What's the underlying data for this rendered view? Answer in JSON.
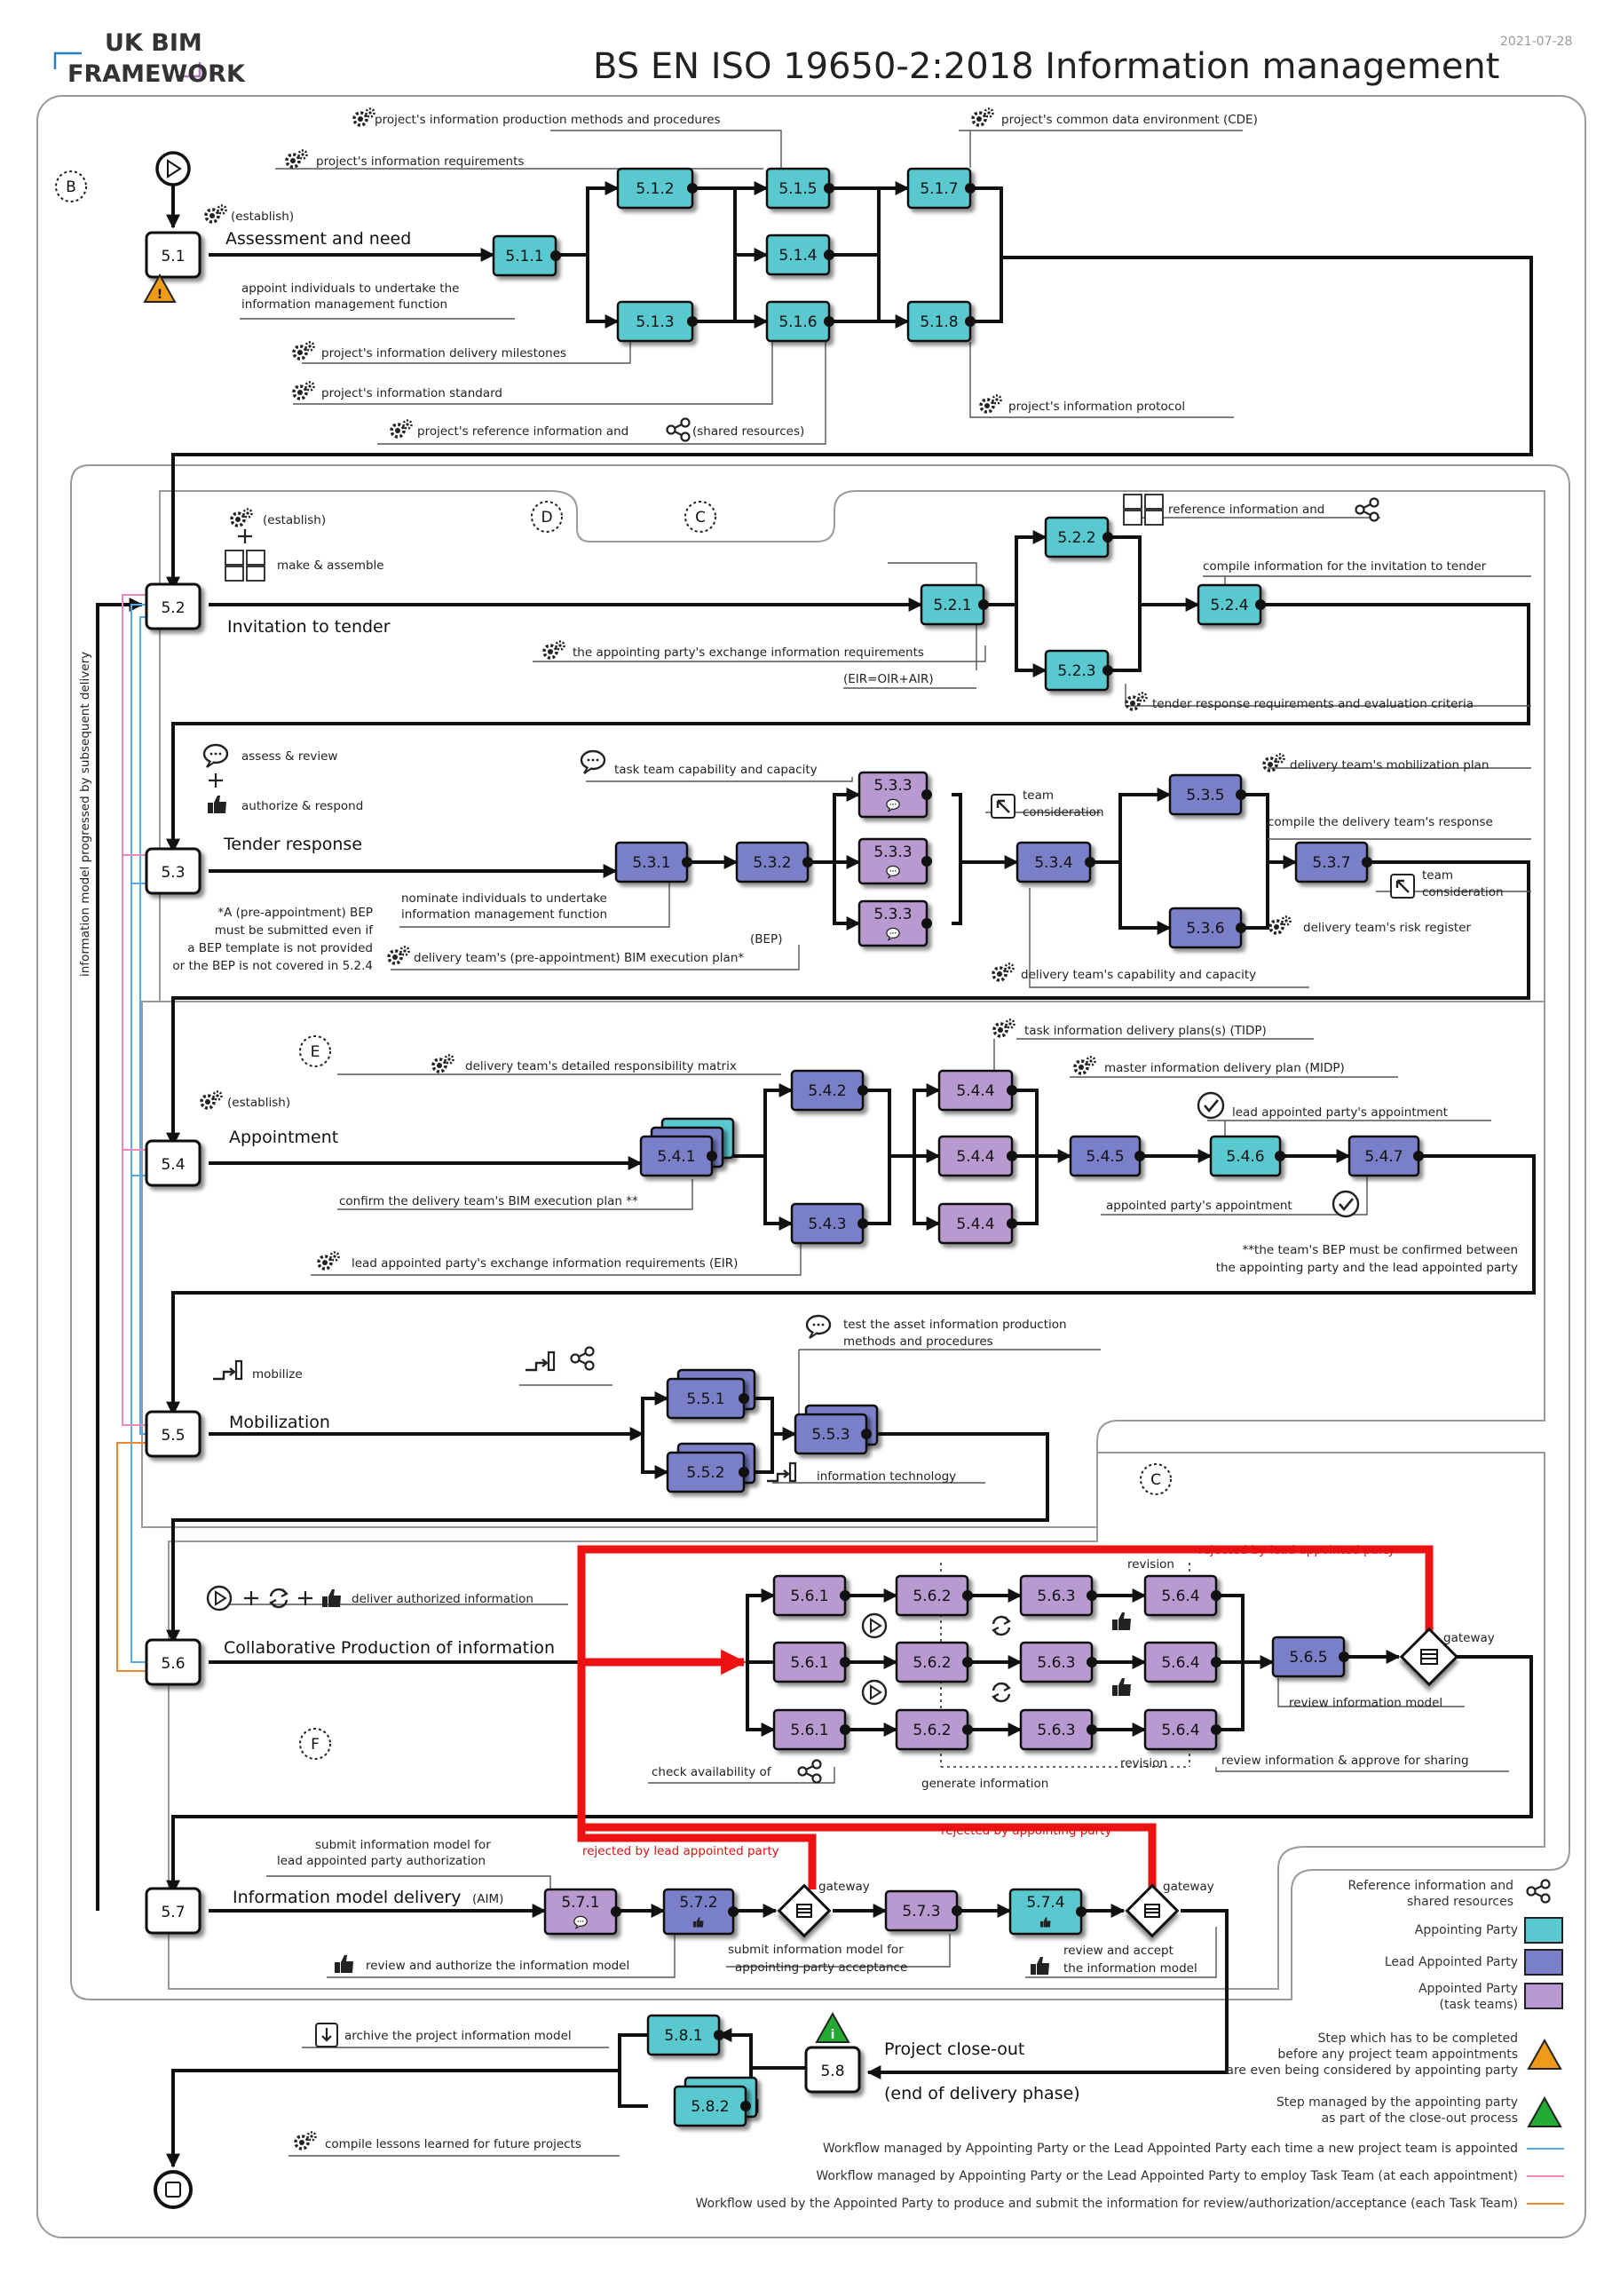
{
  "header": {
    "logo_line1": "UK BIM",
    "logo_line2": "FRAMEWORK",
    "title": "BS EN ISO 19650-2:2018 Information management",
    "date": "2021-07-28"
  },
  "colors": {
    "appointing": "#5ac8cf",
    "lead": "#7a80c8",
    "appointed": "#b89ad0",
    "red_flow": "#ee1111",
    "link_blue": "#55aaee",
    "link_pink": "#ee88bb",
    "link_orange": "#ee8833",
    "warning": "#f09a1a",
    "managed": "#22aa33"
  },
  "icons": {
    "cog": "cog-icon",
    "share": "share-icon",
    "puzzle": "puzzle-icon",
    "speech": "speech-bubble-icon",
    "thumb": "thumbs-up-icon",
    "check": "check-circle-icon",
    "play": "play-icon",
    "cycle": "cycle-icon",
    "warning": "warning-icon",
    "info": "info-icon",
    "archive": "archive-icon",
    "mobilize": "mobilize-icon",
    "corner": "corner-arrow-icon",
    "gateway": "gateway-icon",
    "start": "start-icon",
    "stop": "stop-icon"
  },
  "sections": {
    "B": "B",
    "C1": "C",
    "C2": "C",
    "D": "D",
    "E": "E",
    "F": "F"
  },
  "stages": {
    "s51": {
      "num": "5.1",
      "title": "Assessment and need"
    },
    "s52": {
      "num": "5.2",
      "title": "Invitation to tender"
    },
    "s53": {
      "num": "5.3",
      "title": "Tender response"
    },
    "s54": {
      "num": "5.4",
      "title": "Appointment"
    },
    "s55": {
      "num": "5.5",
      "title": "Mobilization"
    },
    "s56": {
      "num": "5.6",
      "title": "Collaborative Production of information"
    },
    "s57": {
      "num": "5.7",
      "title": "Information model delivery",
      "title_suffix": "(AIM)"
    },
    "s58": {
      "num": "5.8",
      "title": "Project close-out",
      "subtitle": "(end of delivery phase)"
    }
  },
  "nodes": {
    "n511": "5.1.1",
    "n512": "5.1.2",
    "n513": "5.1.3",
    "n514": "5.1.4",
    "n515": "5.1.5",
    "n516": "5.1.6",
    "n517": "5.1.7",
    "n518": "5.1.8",
    "n521": "5.2.1",
    "n522": "5.2.2",
    "n523": "5.2.3",
    "n524": "5.2.4",
    "n531": "5.3.1",
    "n532": "5.3.2",
    "n533": "5.3.3",
    "n534": "5.3.4",
    "n535": "5.3.5",
    "n536": "5.3.6",
    "n537": "5.3.7",
    "n541": "5.4.1",
    "n542": "5.4.2",
    "n543": "5.4.3",
    "n544": "5.4.4",
    "n545": "5.4.5",
    "n546": "5.4.6",
    "n547": "5.4.7",
    "n551": "5.5.1",
    "n552": "5.5.2",
    "n553": "5.5.3",
    "n561": "5.6.1",
    "n562": "5.6.2",
    "n563": "5.6.3",
    "n564": "5.6.4",
    "n565": "5.6.5",
    "n571": "5.7.1",
    "n572": "5.7.2",
    "n573": "5.7.3",
    "n574": "5.7.4",
    "n581": "5.8.1",
    "n582": "5.8.2"
  },
  "labels": {
    "l511_1": "project's information production methods and procedures",
    "l511_2": "project's information requirements",
    "l51_est": "(establish)",
    "l51_appoint1": "appoint individuals to undertake the",
    "l51_appoint2": "information management function",
    "l51_milestones": "project's information delivery milestones",
    "l51_standard": "project's information standard",
    "l51_ref": "project's reference information and",
    "l51_shared": "(shared resources)",
    "l51_cde": "project's common data environment (CDE)",
    "l51_protocol": "project's information protocol",
    "l52_est": "(establish)",
    "l52_make": "make  & assemble",
    "l52_ref": "reference information and",
    "l52_compile": "compile information for the invitation to tender",
    "l52_eir": "the appointing party's exchange information requirements",
    "l52_eir2": "(EIR=OIR+AIR)",
    "l52_tender": "tender response requirements and evaluation criteria",
    "l53_assess": "assess & review",
    "l53_auth": "authorize & respond",
    "l53_capability": "task team capability and capacity",
    "l53_team1": "team",
    "l53_team2": "consideration",
    "l53_mob": "delivery team's mobilization plan",
    "l53_compile": "compile the delivery team's response",
    "l53_team3": "team",
    "l53_team4": "consideration",
    "l53_risk": "delivery team's risk register",
    "l53_nominate1": "nominate individuals to undertake",
    "l53_nominate2": "information management function",
    "l53_bep": "(BEP)",
    "l53_bepplan": "delivery team's (pre-appointment) BIM execution plan*",
    "l53_capacity": "delivery team's capability and capacity",
    "l53_note1": "*A (pre-appointment) BEP",
    "l53_note2": "must be submitted even if",
    "l53_note3": "a BEP template is not provided",
    "l53_note4": "or the BEP is not covered in 5.2.4",
    "l54_est": "(establish)",
    "l54_matrix": "delivery team's detailed responsibility matrix",
    "l54_tidp": "task information delivery plans(s) (TIDP)",
    "l54_midp": "master information delivery plan (MIDP)",
    "l54_lead": "lead appointed party's appointment",
    "l54_confirm": "confirm the delivery team's BIM execution plan **",
    "l54_appointed": "appointed party's appointment",
    "l54_eir": "lead appointed party's exchange information requirements (EIR)",
    "l54_note1": "**the team's BEP must be confirmed between",
    "l54_note2": "the appointing party and the lead appointed party",
    "l55_mobilize": "mobilize",
    "l55_test1": "test the asset information production",
    "l55_test2": "methods and procedures",
    "l55_it": "information technology",
    "l56_deliver": "deliver authorized information",
    "l56_rejlead": "rejected by lead appointed party",
    "l56_revision1": "revision",
    "l56_gateway": "gateway",
    "l56_review": "review information model",
    "l56_reviewapprove": "review information & approve for sharing",
    "l56_revision2": "revision",
    "l56_generate": "generate information",
    "l56_check": "check availability of",
    "l57_rejappointing": "rejected by appointing party",
    "l57_rejlead": "rejected by lead appointed party",
    "l57_submit1": "submit information model for",
    "l57_submit2": "lead appointed party authorization",
    "l57_gateway1": "gateway",
    "l57_gateway2": "gateway",
    "l57_review": "review and authorize the information model",
    "l57_submitap1": "submit information model for",
    "l57_submitap2": "appointing party acceptance",
    "l57_accept1": "review and accept",
    "l57_accept2": "the information model",
    "l58_archive": "archive the project information model",
    "l58_lessons": "compile lessons learned for future projects",
    "side": "information model progressed by subsequent delivery"
  },
  "legend": {
    "ref1": "Reference information and",
    "ref2": "shared resources",
    "appointing": "Appointing Party",
    "lead": "Lead Appointed Party",
    "appointed1": "Appointed Party",
    "appointed2": "(task teams)",
    "step1": "Step which has to be completed",
    "step2": "before any project team appointments",
    "step3": "are even being considered by appointing party",
    "managed1": "Step managed by the appointing party",
    "managed2": "as part of the close-out process",
    "wf_blue": "Workflow managed by Appointing Party or the Lead Appointed Party each time a new project team is appointed",
    "wf_pink": "Workflow managed by Appointing Party or the Lead Appointed Party to employ Task Team (at each appointment)",
    "wf_orange": "Workflow used by the Appointed Party to produce and submit the information for review/authorization/acceptance (each Task Team)"
  }
}
